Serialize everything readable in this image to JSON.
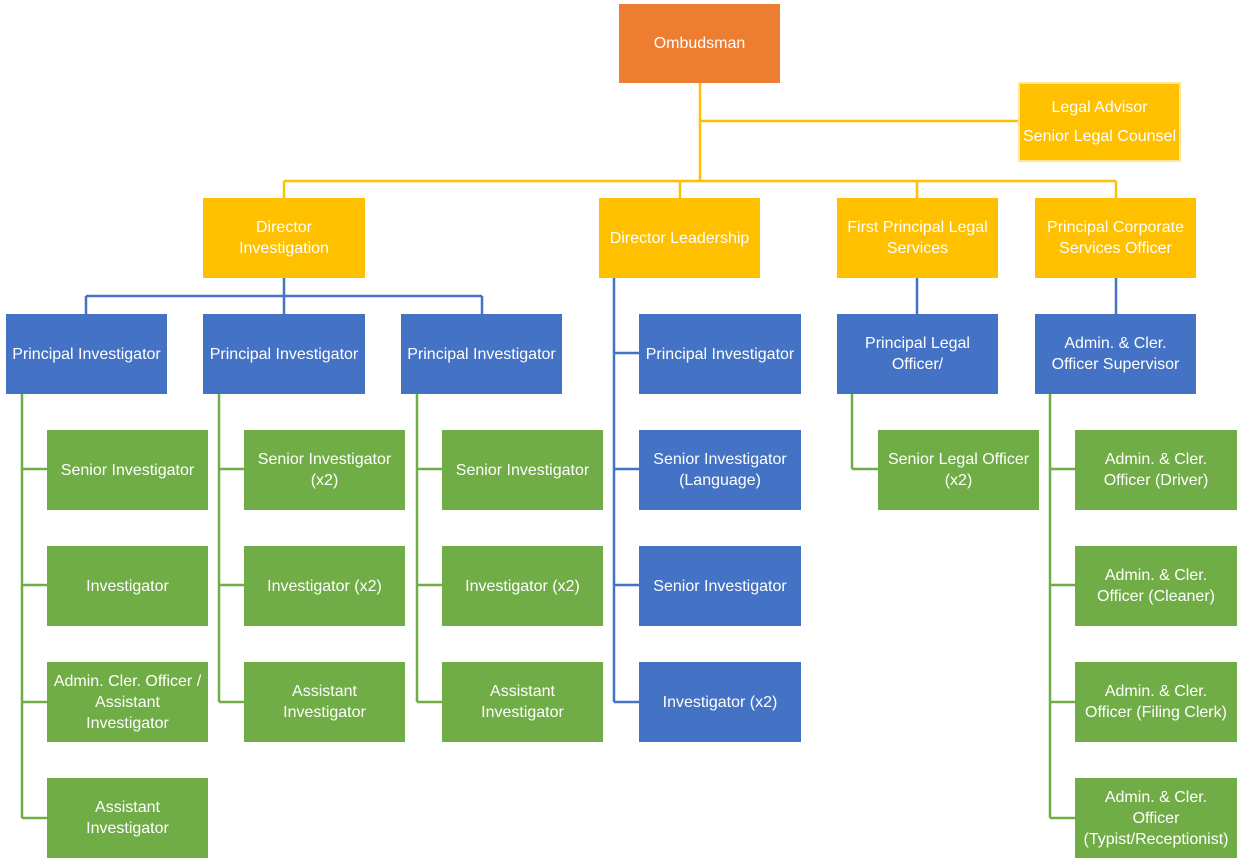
{
  "colors": {
    "top": "#ED7D31",
    "director": "#FFC000",
    "principal": "#4472C4",
    "staff": "#70AD47",
    "line_top": "#FFC000",
    "line_principal": "#4472C4",
    "line_staff": "#70AD47"
  },
  "nodes": {
    "ombudsman": [
      "Ombudsman"
    ],
    "legal_advisor": [
      "Legal Advisor",
      "Senior Legal Counsel"
    ],
    "director_investigation": [
      "Director",
      "Investigation"
    ],
    "director_leadership": [
      "Director Leadership"
    ],
    "first_principal_legal": [
      "First Principal Legal",
      "Services"
    ],
    "principal_corporate": [
      "Principal Corporate",
      "Services Officer"
    ],
    "pi_1": [
      "Principal Investigator"
    ],
    "pi_2": [
      "Principal Investigator"
    ],
    "pi_3": [
      "Principal Investigator"
    ],
    "pi_4": [
      "Principal Investigator"
    ],
    "principal_legal_officer": [
      "Principal Legal",
      "Officer/"
    ],
    "admin_supervisor": [
      "Admin. & Cler.",
      "Officer Supervisor"
    ],
    "c1_senior": [
      "Senior Investigator"
    ],
    "c1_investigator": [
      "Investigator"
    ],
    "c1_admin": [
      "Admin. Cler. Officer /",
      "Assistant",
      "Investigator"
    ],
    "c1_assistant": [
      "Assistant",
      "Investigator"
    ],
    "c2_senior": [
      "Senior Investigator",
      "(x2)"
    ],
    "c2_investigator": [
      "Investigator (x2)"
    ],
    "c2_assistant": [
      "Assistant",
      "Investigator"
    ],
    "c3_senior": [
      "Senior Investigator"
    ],
    "c3_investigator": [
      "Investigator (x2)"
    ],
    "c3_assistant": [
      "Assistant",
      "Investigator"
    ],
    "c4_senior_language": [
      "Senior Investigator",
      "(Language)"
    ],
    "c4_senior": [
      "Senior Investigator"
    ],
    "c4_investigator": [
      "Investigator (x2)"
    ],
    "c5_senior_legal": [
      "Senior Legal Officer",
      "(x2)"
    ],
    "c6_driver": [
      "Admin. & Cler.",
      "Officer (Driver)"
    ],
    "c6_cleaner": [
      "Admin. & Cler.",
      "Officer (Cleaner)"
    ],
    "c6_filing": [
      "Admin. & Cler.",
      "Officer (Filing Clerk)"
    ],
    "c6_typist": [
      "Admin. & Cler.",
      "Officer",
      "(Typist/Receptionist)"
    ]
  }
}
